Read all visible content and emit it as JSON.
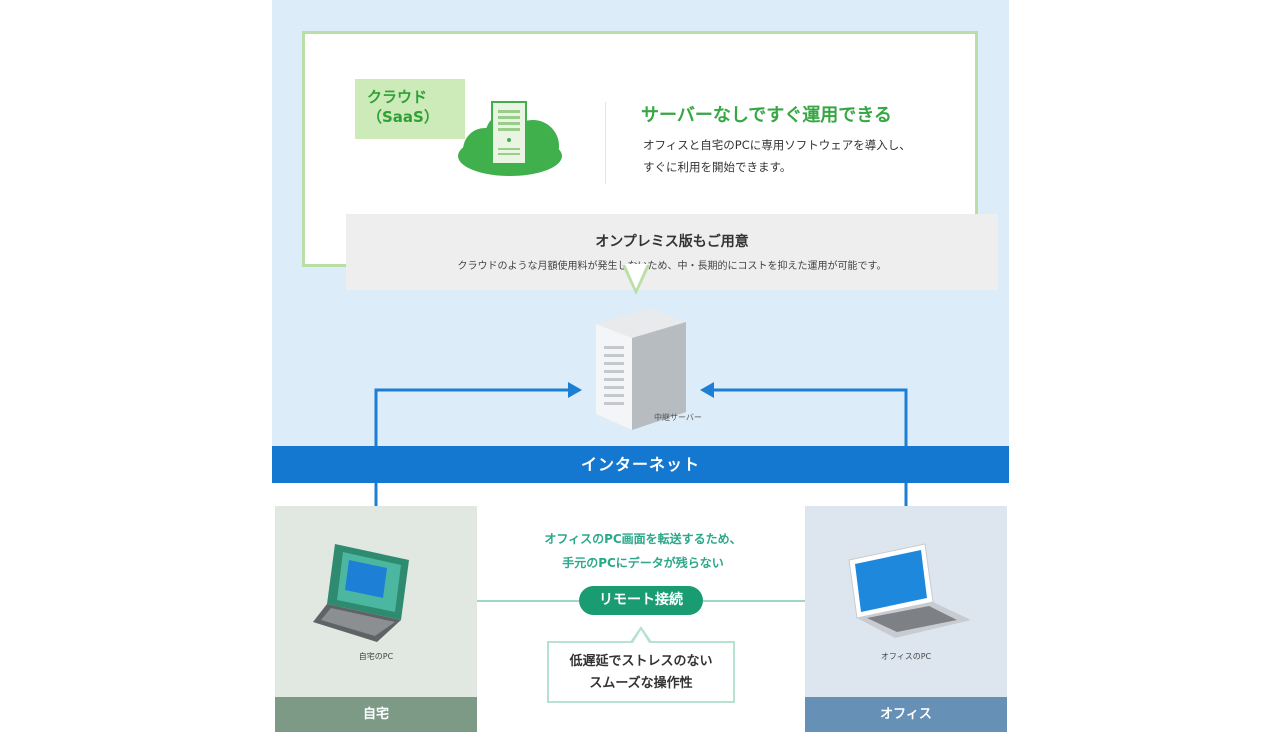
{
  "saas": {
    "tag_line1": "クラウド",
    "tag_line2": "（SaaS）",
    "headline": "サーバーなしですぐ運用できる",
    "desc_line1": "オフィスと自宅のPCに専用ソフトウェアを導入し、",
    "desc_line2": "すぐに利用を開始できます。"
  },
  "onprem": {
    "title": "オンプレミス版もご用意",
    "desc": "クラウドのような月額使用料が発生しないため、中・長期的にコストを抑えた運用が可能です。"
  },
  "server": {
    "label": "中継サーバー"
  },
  "internet": {
    "label": "インターネット"
  },
  "home": {
    "pc_label": "自宅のPC",
    "footer": "自宅"
  },
  "office": {
    "pc_label": "オフィスのPC",
    "footer": "オフィス"
  },
  "transfer": {
    "line1": "オフィスのPC画面を転送するため、",
    "line2": "手元のPCにデータが残らない"
  },
  "remote": {
    "label": "リモート接続"
  },
  "latency": {
    "line1": "低遅延でストレスのない",
    "line2": "スムーズな操作性"
  },
  "colors": {
    "green": "#37a744",
    "internet_blue": "#1578d0",
    "arrow_blue": "#1c7fd3",
    "teal": "#1a9c72",
    "home_footer": "#7c9a86",
    "office_footer": "#6690b6"
  }
}
